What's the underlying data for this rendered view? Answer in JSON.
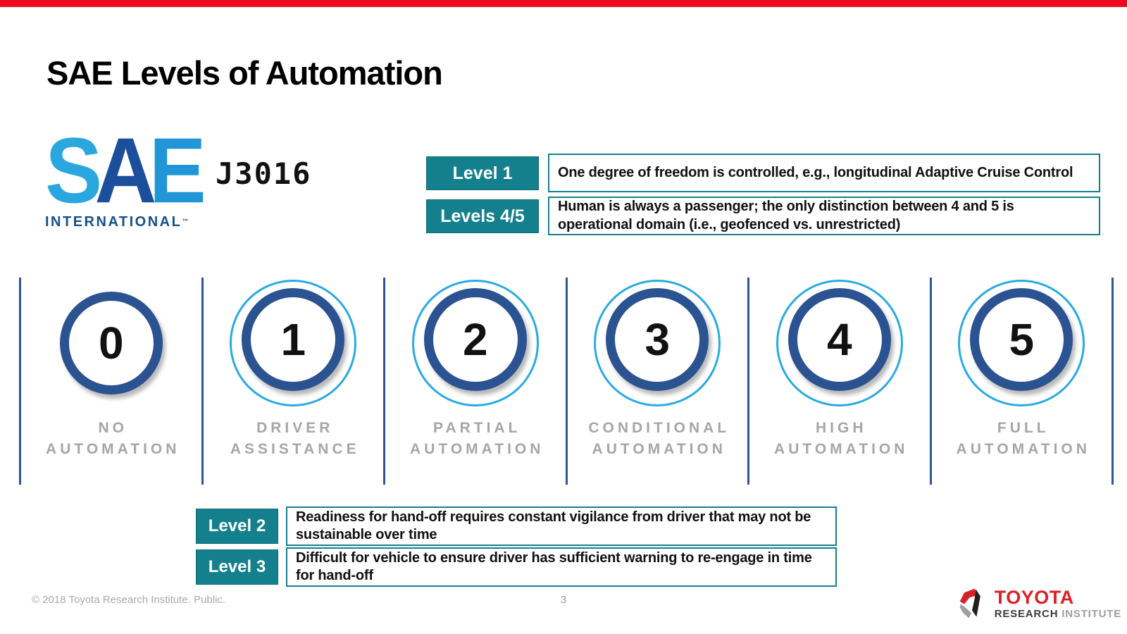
{
  "slide": {
    "title": "SAE Levels of Automation",
    "footer_left": "© 2018 Toyota Research Institute. Public.",
    "page_number": "3"
  },
  "sae_logo": {
    "letter_s": "S",
    "letter_a": "A",
    "letter_e": "E",
    "subtitle": "INTERNATIONAL",
    "trademark": "™",
    "standard": "J3016"
  },
  "top_callouts": [
    {
      "label": "Level 1",
      "text": "One degree of freedom is controlled, e.g., longitudinal Adaptive Cruise Control"
    },
    {
      "label": "Levels 4/5",
      "text": "Human is always a passenger; the only distinction between 4 and 5 is operational domain (i.e., geofenced vs. unrestricted)"
    }
  ],
  "levels": [
    {
      "number": "0",
      "name_line1": "NO",
      "name_line2": "AUTOMATION"
    },
    {
      "number": "1",
      "name_line1": "DRIVER",
      "name_line2": "ASSISTANCE"
    },
    {
      "number": "2",
      "name_line1": "PARTIAL",
      "name_line2": "AUTOMATION"
    },
    {
      "number": "3",
      "name_line1": "CONDITIONAL",
      "name_line2": "AUTOMATION"
    },
    {
      "number": "4",
      "name_line1": "HIGH",
      "name_line2": "AUTOMATION"
    },
    {
      "number": "5",
      "name_line1": "FULL",
      "name_line2": "AUTOMATION"
    }
  ],
  "bottom_callouts": [
    {
      "label": "Level 2",
      "text": "Readiness for hand-off requires constant vigilance from driver that may not be sustainable over time"
    },
    {
      "label": "Level 3",
      "text": "Difficult for vehicle to ensure driver has sufficient warning to re-engage in time for hand-off"
    }
  ],
  "tri_logo": {
    "brand": "TOYOTA",
    "sub_bold": "RESEARCH",
    "sub_light": "INSTITUTE"
  },
  "colors": {
    "accent_red": "#EB0A1E",
    "teal": "#14808E",
    "navy_ring": "#2B5291",
    "cyan_ring": "#29ABE2",
    "divider_blue": "#2F5597",
    "label_gray": "#A6A6A6",
    "sae_light_blue": "#2AA7DF",
    "sae_dark_blue": "#1B4E9B",
    "toyota_red": "#DF1E26"
  }
}
